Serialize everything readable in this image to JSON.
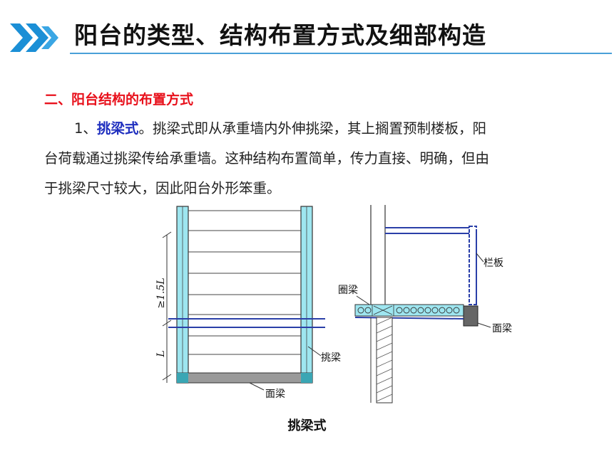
{
  "header": {
    "title": "阳台的类型、结构布置方式及细部构造"
  },
  "section": {
    "heading": "二、阳台结构的布置方式",
    "item_number": "1、",
    "keyword": "挑梁式",
    "keyword_period": "。",
    "body_line1": "挑梁式即从承重墙内外伸挑梁，其上搁置预制楼板，阳",
    "body_line2": "台荷载通过挑梁传给承重墙。这种结构布置简单，传力直接、明确，但由",
    "body_line3": "于挑梁尺寸较大，因此阳台外形笨重。"
  },
  "figure": {
    "plan_labels": {
      "dim_top": "≥1.5L",
      "dim_bottom": "L",
      "cantilever_beam": "挑梁",
      "face_beam": "面梁"
    },
    "section_labels": {
      "ring_beam": "圈梁",
      "railing": "栏板",
      "face_beam": "面梁"
    },
    "caption": "挑梁式"
  },
  "colors": {
    "chevron": "#1b8fd6",
    "keyword": "#1f2fbf",
    "heading_red": "#e8101b",
    "beam_fill": "#9ee6f0"
  }
}
